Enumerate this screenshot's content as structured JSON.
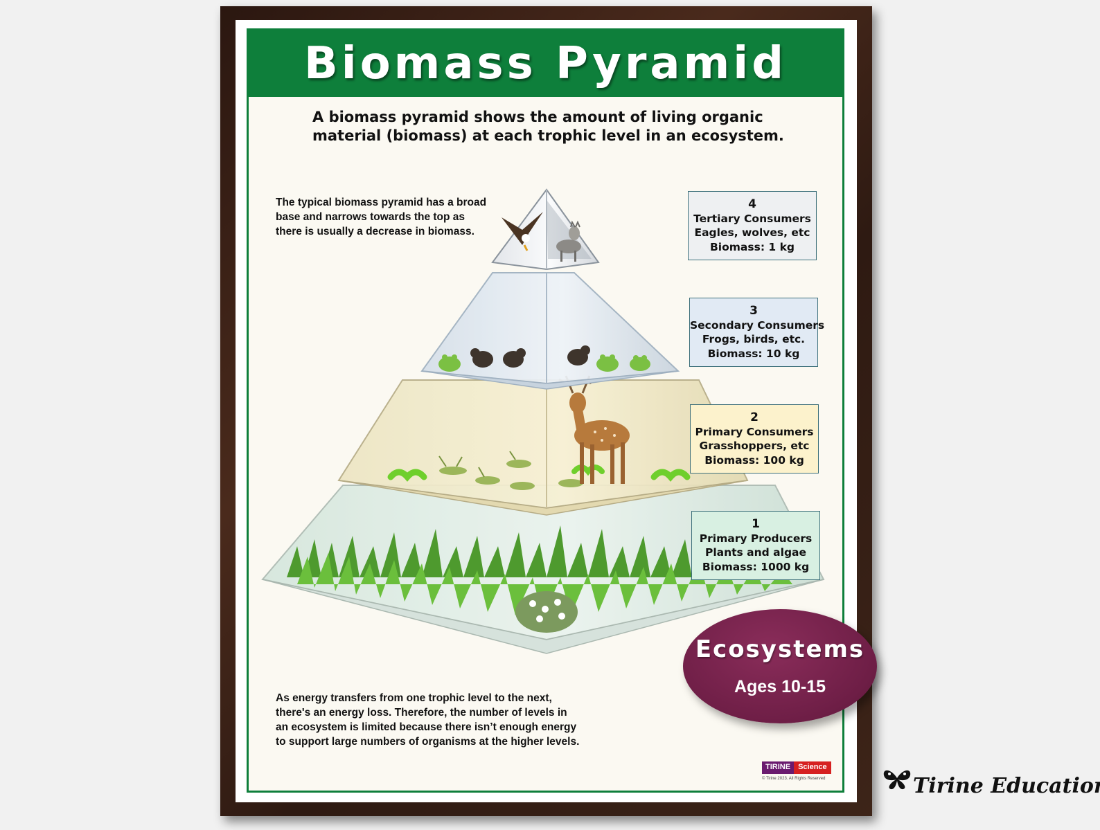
{
  "title": "Biomass Pyramid",
  "intro": "A biomass pyramid shows the amount of living organic material (biomass) at each trophic level in an ecosystem.",
  "note_top": "The typical biomass pyramid has a broad base and narrows towards the top as there is usually a decrease in biomass.",
  "note_bottom": "As energy transfers from one trophic level to the next, there's an energy loss. Therefore, the number of levels in an ecosystem is limited because there isn’t enough energy to support large numbers of organisms at the higher levels.",
  "levels": [
    {
      "number": "4",
      "name": "Tertiary Consumers",
      "examples": "Eagles, wolves, etc",
      "biomass": "Biomass: 1 kg",
      "color": "#eef0f2"
    },
    {
      "number": "3",
      "name": "Secondary Consumers",
      "examples": "Frogs, birds, etc.",
      "biomass": "Biomass: 10 kg",
      "color": "#e1eaf4"
    },
    {
      "number": "2",
      "name": "Primary Consumers",
      "examples": "Grasshoppers, etc",
      "biomass": "Biomass: 100 kg",
      "color": "#fcf2cc"
    },
    {
      "number": "1",
      "name": "Primary Producers",
      "examples": "Plants and algae",
      "biomass": "Biomass: 1000 kg",
      "color": "#d8f0e2"
    }
  ],
  "badge": {
    "title": "Ecosystems",
    "subtitle": "Ages 10-15",
    "color": "#6e1e46"
  },
  "brand": {
    "left": "TIRINE",
    "right": "Science",
    "copyright": "© Tirine 2023. All Rights Reserved"
  },
  "signature": "Tirine Education",
  "icons": [
    "eagle-icon",
    "wolf-icon",
    "frog-icon",
    "bird-icon",
    "deer-icon",
    "grasshopper-icon",
    "caterpillar-icon",
    "grass-icon",
    "flower-icon",
    "butterfly-icon"
  ],
  "colors": {
    "title_bar": "#0e7f3b",
    "frame": "#2b1710",
    "poster": "#fbf9f2"
  }
}
